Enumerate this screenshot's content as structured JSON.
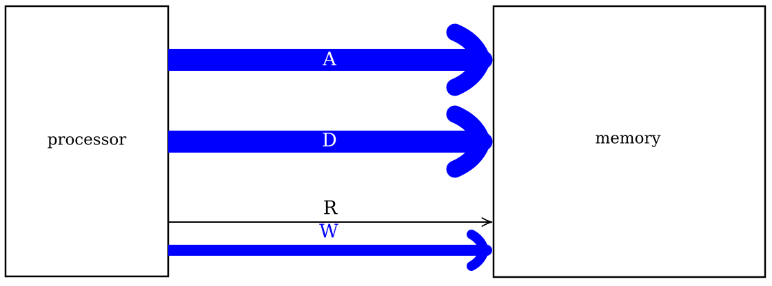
{
  "diagram": {
    "processor": {
      "label": "processor"
    },
    "memory": {
      "label": "memory"
    },
    "signals": {
      "address": {
        "label": "A",
        "description_color": "blue-thick-bus"
      },
      "data": {
        "label": "D",
        "description_color": "blue-thick-bus"
      },
      "read": {
        "label": "R",
        "description_color": "black-thin-line"
      },
      "write": {
        "label": "W",
        "description_color": "blue-medium-bus"
      }
    },
    "colors": {
      "bus_blue": "#0000ff",
      "line_black": "#000000",
      "label_on_bus": "#ffffff",
      "box_fill": "#ffffff"
    }
  }
}
